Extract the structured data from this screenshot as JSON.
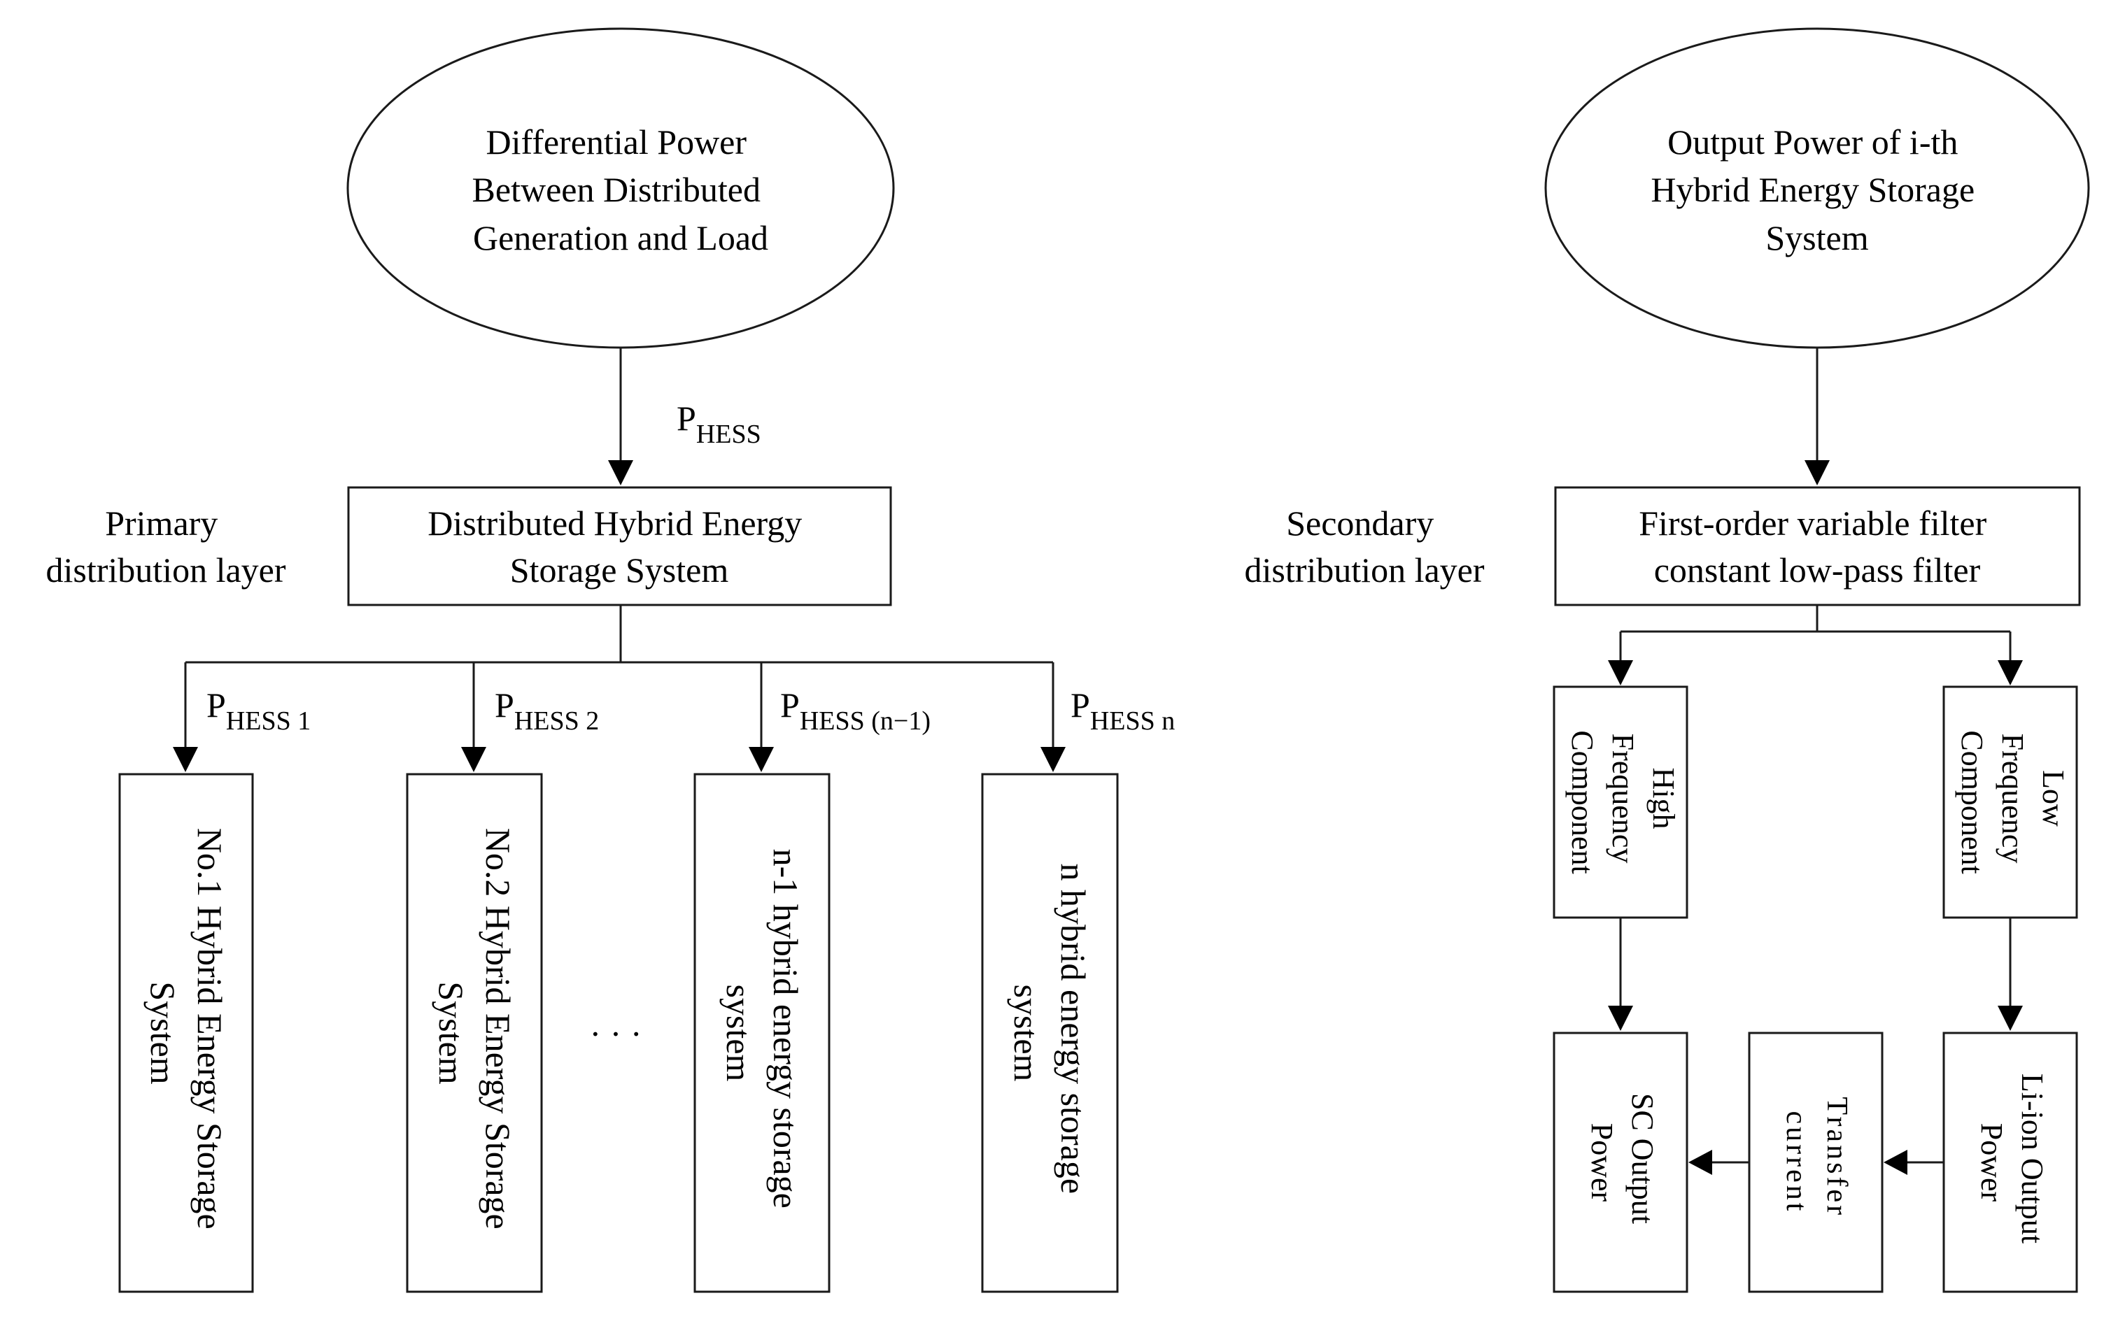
{
  "diagram": {
    "left": {
      "source_lines": [
        "Differential Power",
        "Between Distributed",
        "Generation and Load"
      ],
      "input_symbol": "P",
      "input_subscript": "HESS",
      "layer_label_lines": [
        "Primary",
        "distribution layer"
      ],
      "system_lines": [
        "Distributed Hybrid Energy",
        "Storage System"
      ],
      "branches": [
        {
          "symbol": "P",
          "subscript": "HESS 1",
          "lines": [
            "No.1 Hybrid Energy Storage",
            "System"
          ]
        },
        {
          "symbol": "P",
          "subscript": "HESS 2",
          "lines": [
            "No.2 Hybrid Energy Storage",
            "System"
          ]
        },
        {
          "symbol": "P",
          "subscript": "HESS (n−1)",
          "lines": [
            "n-1 hybrid energy storage",
            "system"
          ]
        },
        {
          "symbol": "P",
          "subscript": "HESS n",
          "lines": [
            "n hybrid energy storage",
            "system"
          ]
        }
      ],
      "ellipsis": "· · ·"
    },
    "right": {
      "source_lines": [
        "Output Power of i-th",
        "Hybrid Energy Storage",
        "System"
      ],
      "layer_label_lines": [
        "Secondary",
        "distribution layer"
      ],
      "filter_lines": [
        "First-order variable filter",
        "constant low-pass filter"
      ],
      "high_frequency_lines": [
        "High",
        "Frequency",
        "Component"
      ],
      "low_frequency_lines": [
        "Low",
        "Frequency",
        "Component"
      ],
      "sc_output_lines": [
        "SC Output",
        "Power"
      ],
      "transfer_lines": [
        "Transfer",
        "current"
      ],
      "liion_output_lines": [
        "Li-ion Output",
        "Power"
      ]
    }
  }
}
